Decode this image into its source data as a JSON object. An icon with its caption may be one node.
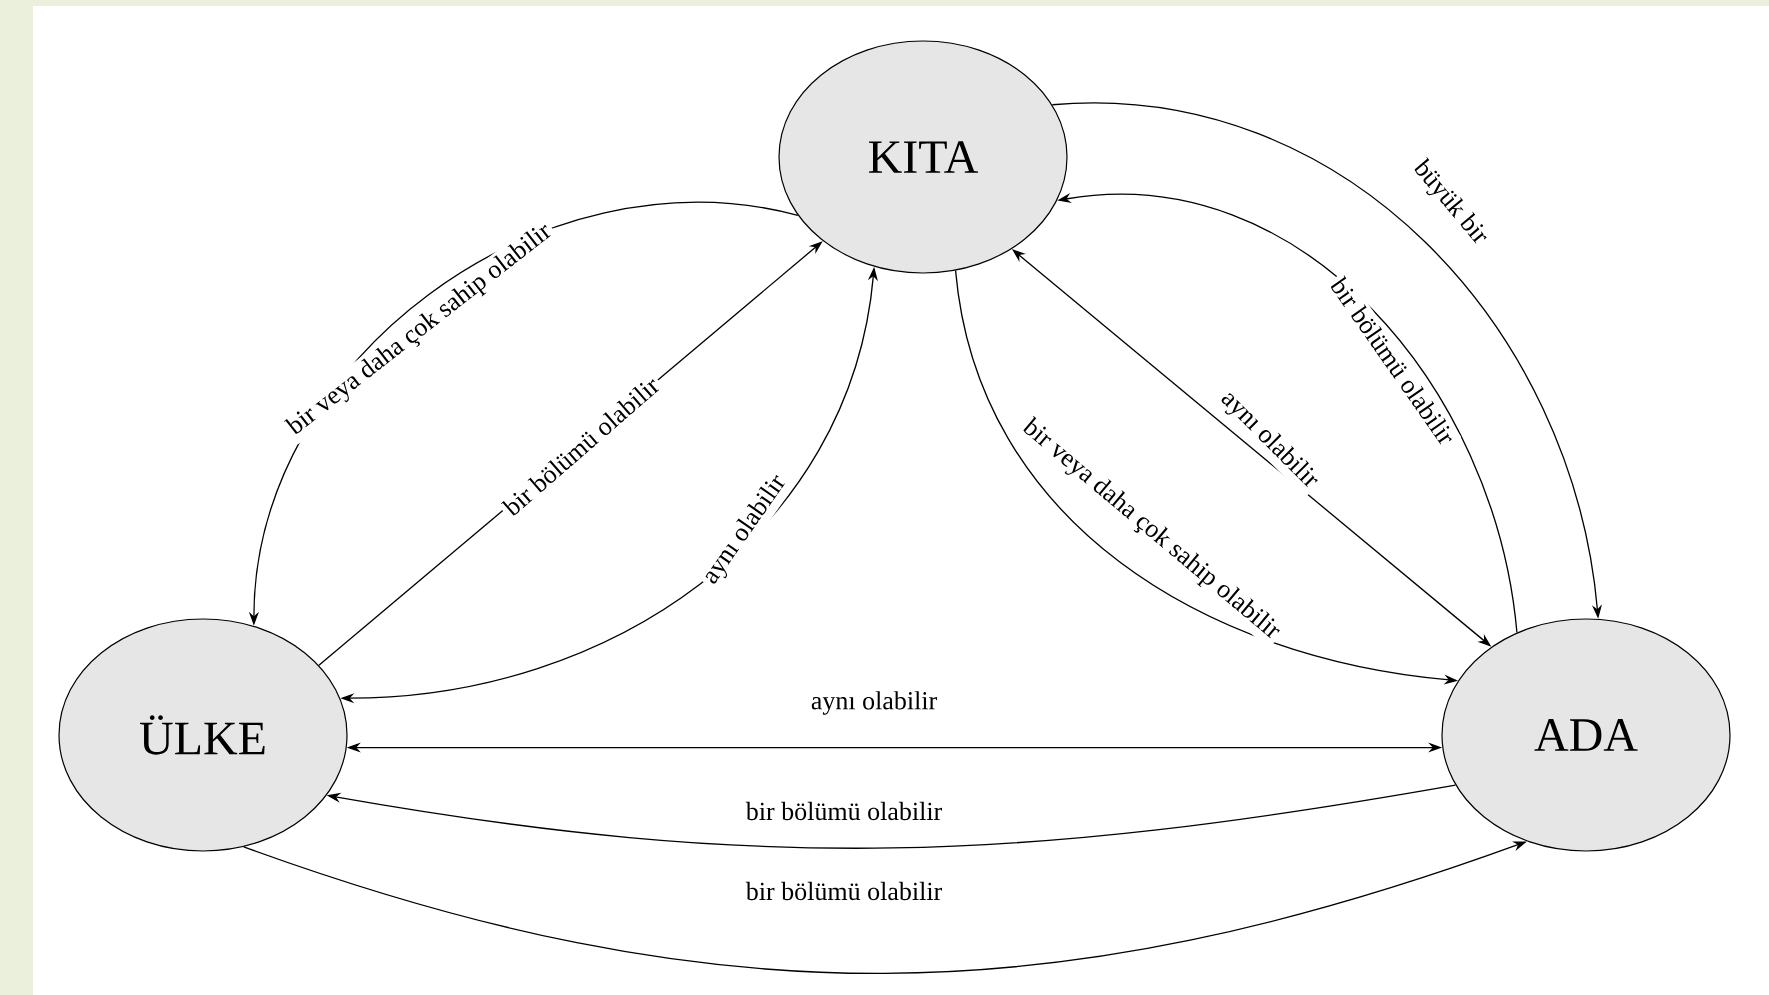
{
  "diagram": {
    "nodes": [
      {
        "text": [
          "KITA"
        ]
      },
      {
        "text": [
          "ÜLKE"
        ]
      },
      {
        "text": [
          "ADA"
        ]
      }
    ],
    "edges": [
      {
        "from": 0,
        "to": 1,
        "arrow": "to",
        "label": "bir veya daha çok sahip olabilir"
      },
      {
        "from": 1,
        "to": 0,
        "arrow": "to",
        "label": "bir bölümü olabilir"
      },
      {
        "from": 0,
        "to": 1,
        "arrow": "both",
        "label": "aynı olabilir"
      },
      {
        "from": 0,
        "to": 2,
        "arrow": "to",
        "label": "büyük bir"
      },
      {
        "from": 2,
        "to": 0,
        "arrow": "to",
        "label": "bir bölümü olabilir"
      },
      {
        "from": 2,
        "to": 0,
        "arrow": "both",
        "label": "aynı olabilir"
      },
      {
        "from": 0,
        "to": 2,
        "arrow": "to",
        "label": "bir veya daha çok sahip olabilir"
      },
      {
        "from": 1,
        "to": 2,
        "arrow": "both",
        "label": "aynı olabilir"
      },
      {
        "from": 2,
        "to": 1,
        "arrow": "to",
        "label": "bir bölümü olabilir"
      },
      {
        "from": 1,
        "to": 2,
        "arrow": "to",
        "label": "bir bölümü olabilir"
      }
    ]
  }
}
